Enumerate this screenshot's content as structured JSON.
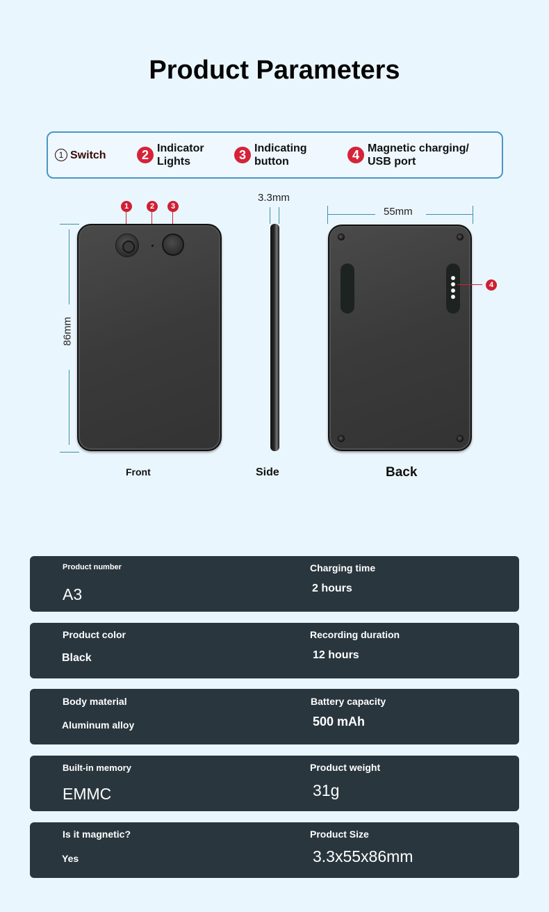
{
  "title": "Product Parameters",
  "legend": [
    {
      "number": "1",
      "label": "Switch",
      "style": "outline"
    },
    {
      "number": "2",
      "label": "Indicator Lights",
      "line1": "Indicator",
      "line2": "Lights"
    },
    {
      "number": "3",
      "label": "Indicating button",
      "line1": "Indicating",
      "line2": "button"
    },
    {
      "number": "4",
      "label": "Magnetic charging/ USB port",
      "line1": "Magnetic charging/",
      "line2": "USB port"
    }
  ],
  "diagram": {
    "markers": [
      "1",
      "2",
      "3",
      "4"
    ],
    "dimensions": {
      "height": "86mm",
      "thickness": "3.3mm",
      "width": "55mm"
    },
    "views": {
      "front": "Front",
      "side": "Side",
      "back": "Back"
    }
  },
  "specs": [
    {
      "left": {
        "label": "Product number",
        "value": "A3"
      },
      "right": {
        "label": "Charging time",
        "value": "2 hours"
      }
    },
    {
      "left": {
        "label": "Product color",
        "value": "Black"
      },
      "right": {
        "label": "Recording duration",
        "value": "12 hours"
      }
    },
    {
      "left": {
        "label": "Body material",
        "value": "Aluminum alloy"
      },
      "right": {
        "label": "Battery capacity",
        "value": "500 mAh"
      }
    },
    {
      "left": {
        "label": "Built-in memory",
        "value": "EMMC"
      },
      "right": {
        "label": "Product weight",
        "value": "31g"
      }
    },
    {
      "left": {
        "label": "Is it magnetic?",
        "value": "Yes"
      },
      "right": {
        "label": "Product Size",
        "value": "3.3x55x86mm"
      }
    }
  ],
  "colors": {
    "background": "#eaf6fd",
    "accent_blue": "#4a96c4",
    "marker_red": "#cf1f33",
    "spec_card": "#29363e"
  }
}
